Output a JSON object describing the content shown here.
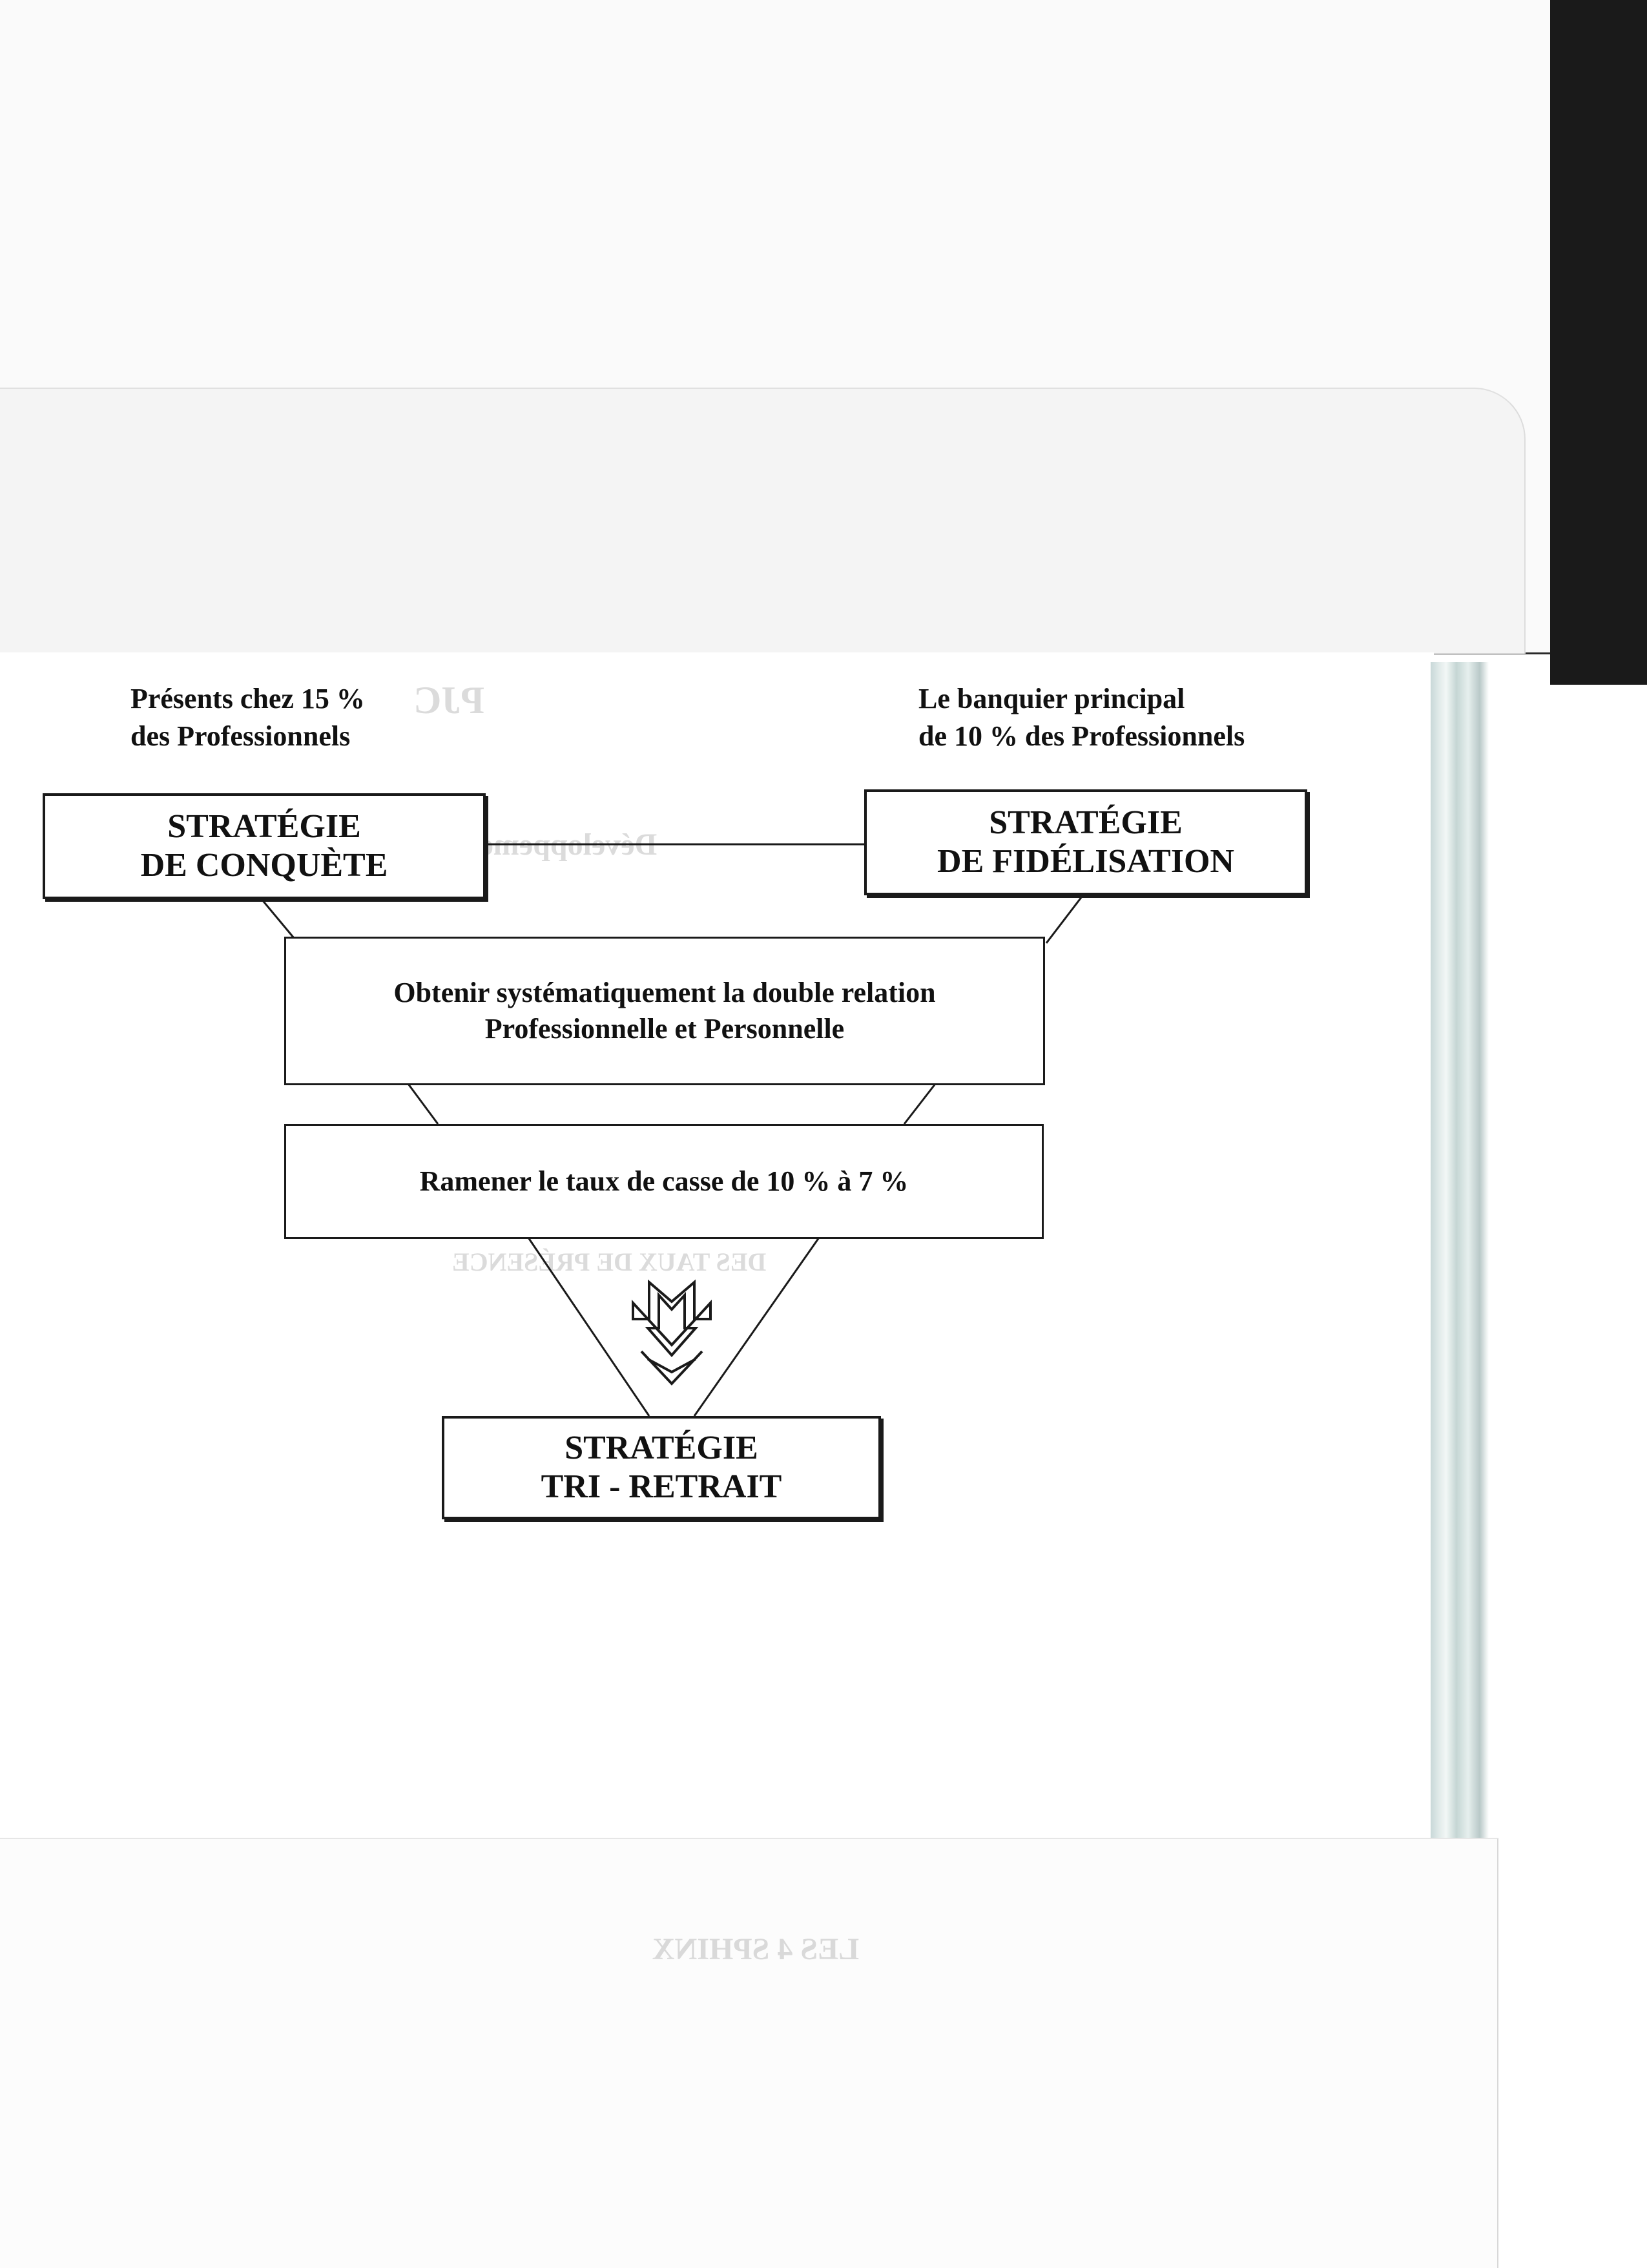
{
  "strategies": {
    "conquete": {
      "note_line1": "Présents chez 15 %",
      "note_line2": "des Professionnels",
      "title_line1": "STRATÉGIE",
      "title_line2": "DE CONQUÈTE"
    },
    "fidelisation": {
      "note_line1": "Le banquier principal",
      "note_line2": "de 10 % des Professionnels",
      "title_line1": "STRATÉGIE",
      "title_line2": "DE FIDÉLISATION"
    },
    "tri_retrait": {
      "title_line1": "STRATÉGIE",
      "title_line2": "TRI - RETRAIT"
    }
  },
  "actions": {
    "double_relation_line1": "Obtenir systématiquement la double relation",
    "double_relation_line2": "Professionnelle et Personnelle",
    "taux_casse": "Ramener le taux de casse de 10 % à 7 %"
  },
  "icons": {
    "funnel_arrow": "down-arrow-icon"
  },
  "colors": {
    "ink": "#111111",
    "paper": "#ffffff",
    "page_edge": "#1a1a1a",
    "page_side_tint": "#c8d8d8"
  }
}
